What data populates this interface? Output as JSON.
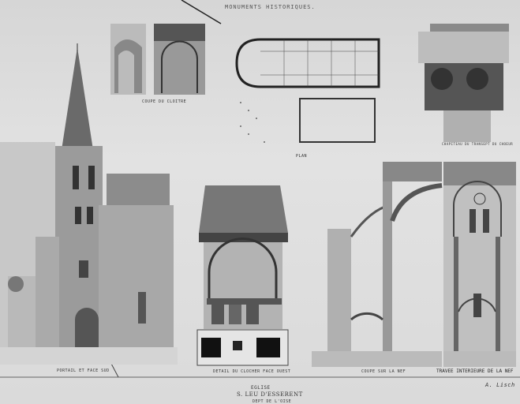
{
  "header": "MONUMENTS HISTORIQUES.",
  "labels": {
    "cloister": "COUPE DU CLOITRE",
    "plan": "PLAN",
    "capital": "CHAPITEAU DU TRANSEPT DU CHOEUR",
    "portal": "PORTAIL ET FACE SUD",
    "bell_tower_detail": "DETAIL DU CLOCHER FACE OUEST",
    "nave_section": "COUPE SUR LA NEF",
    "nave_bay": "TRAVEE INTERIEURE DE LA NEF"
  },
  "title": {
    "line1": "EGLISE",
    "line2": "S. LEU D'ESSERENT",
    "line3": "DEPT DE L'OISE"
  },
  "signature": "A. Lisch"
}
